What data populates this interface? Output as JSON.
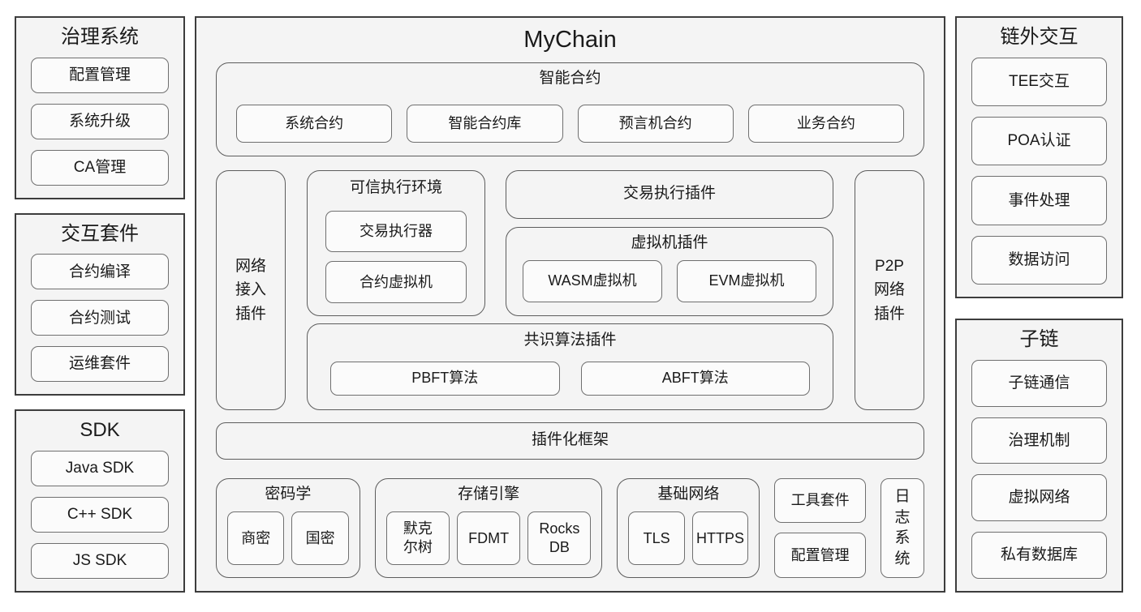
{
  "title": "MyChain",
  "left_panels": [
    {
      "title": "治理系统",
      "items": [
        "配置管理",
        "系统升级",
        "CA管理"
      ]
    },
    {
      "title": "交互套件",
      "items": [
        "合约编译",
        "合约测试",
        "运维套件"
      ]
    },
    {
      "title": "SDK",
      "items": [
        "Java SDK",
        "C++ SDK",
        "JS SDK"
      ]
    }
  ],
  "right_panels": [
    {
      "title": "链外交互",
      "items": [
        "TEE交互",
        "POA认证",
        "事件处理",
        "数据访问"
      ]
    },
    {
      "title": "子链",
      "items": [
        "子链通信",
        "治理机制",
        "虚拟网络",
        "私有数据库"
      ]
    }
  ],
  "main": {
    "smart_contracts": {
      "title": "智能合约",
      "items": [
        "系统合约",
        "智能合约库",
        "预言机合约",
        "业务合约"
      ]
    },
    "network_access_plugin": "网络\n接入\n插件",
    "trusted_exec_env": {
      "title": "可信执行环境",
      "items": [
        "交易执行器",
        "合约虚拟机"
      ]
    },
    "tx_exec_plugin": "交易执行插件",
    "vm_plugin": {
      "title": "虚拟机插件",
      "items": [
        "WASM虚拟机",
        "EVM虚拟机"
      ]
    },
    "consensus_plugin": {
      "title": "共识算法插件",
      "items": [
        "PBFT算法",
        "ABFT算法"
      ]
    },
    "p2p_plugin": "P2P\n网络\n插件",
    "plugin_framework": "插件化框架",
    "cryptography": {
      "title": "密码学",
      "items": [
        "商密",
        "国密"
      ]
    },
    "storage_engine": {
      "title": "存储引擎",
      "items": [
        "默克\n尔树",
        "FDMT",
        "Rocks\nDB"
      ]
    },
    "base_network": {
      "title": "基础网络",
      "items": [
        "TLS",
        "HTTPS"
      ]
    },
    "tool_suite": "工具套件",
    "config_mgmt": "配置管理",
    "log_system": "日\n志\n系\n统"
  },
  "colors": {
    "page_bg": "#ffffff",
    "panel_bg": "#f4f4f4",
    "leaf_bg": "#fbfbfb",
    "border_outer": "#3d3d3d",
    "border_section": "#5c5c5c",
    "border_leaf": "#6f6f6f",
    "text": "#1a1a1a"
  }
}
